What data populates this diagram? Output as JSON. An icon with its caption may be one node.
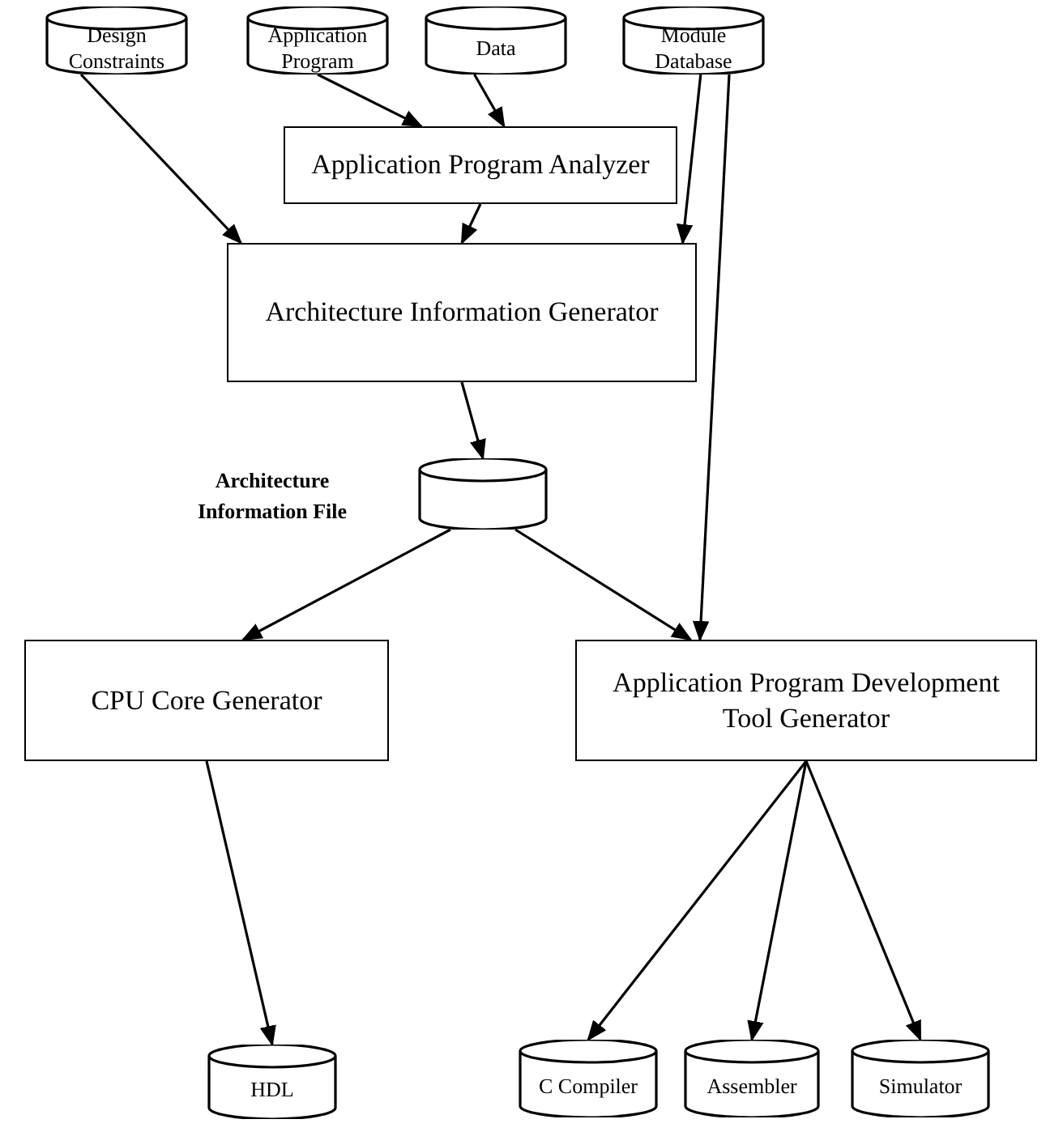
{
  "diagram": {
    "nodes": [
      {
        "text": [
          "Design Constraints"
        ]
      },
      {
        "text": [
          "Application Program"
        ]
      },
      {
        "text": [
          "Data"
        ]
      },
      {
        "text": [
          "Module Database"
        ]
      },
      {
        "text": [
          "Application Program Analyzer"
        ]
      },
      {
        "text": [
          "Architecture Information Generator"
        ]
      },
      {
        "text": [],
        "shape": "cylinder",
        "beside": [
          "Architecture Information File"
        ]
      },
      {
        "text": [
          "CPU Core Generator"
        ]
      },
      {
        "text": [
          "Application Program Development Tool Generator"
        ]
      },
      {
        "text": [
          "HDL"
        ]
      },
      {
        "text": [
          "C Compiler"
        ]
      },
      {
        "text": [
          "Assembler"
        ]
      },
      {
        "text": [
          "Simulator"
        ]
      }
    ],
    "edges": [
      {
        "from": 0,
        "to": 5,
        "arrow": "to"
      },
      {
        "from": 1,
        "to": 4,
        "arrow": "to"
      },
      {
        "from": 2,
        "to": 4,
        "arrow": "to"
      },
      {
        "from": 3,
        "to": 5,
        "arrow": "to"
      },
      {
        "from": 3,
        "to": 8,
        "arrow": "to"
      },
      {
        "from": 4,
        "to": 5,
        "arrow": "to"
      },
      {
        "from": 5,
        "to": 6,
        "arrow": "to"
      },
      {
        "from": 6,
        "to": 7,
        "arrow": "to"
      },
      {
        "from": 6,
        "to": 8,
        "arrow": "to"
      },
      {
        "from": 7,
        "to": 9,
        "arrow": "to"
      },
      {
        "from": 8,
        "to": 10,
        "arrow": "to"
      },
      {
        "from": 8,
        "to": 11,
        "arrow": "to"
      },
      {
        "from": 8,
        "to": 12,
        "arrow": "to"
      }
    ]
  }
}
